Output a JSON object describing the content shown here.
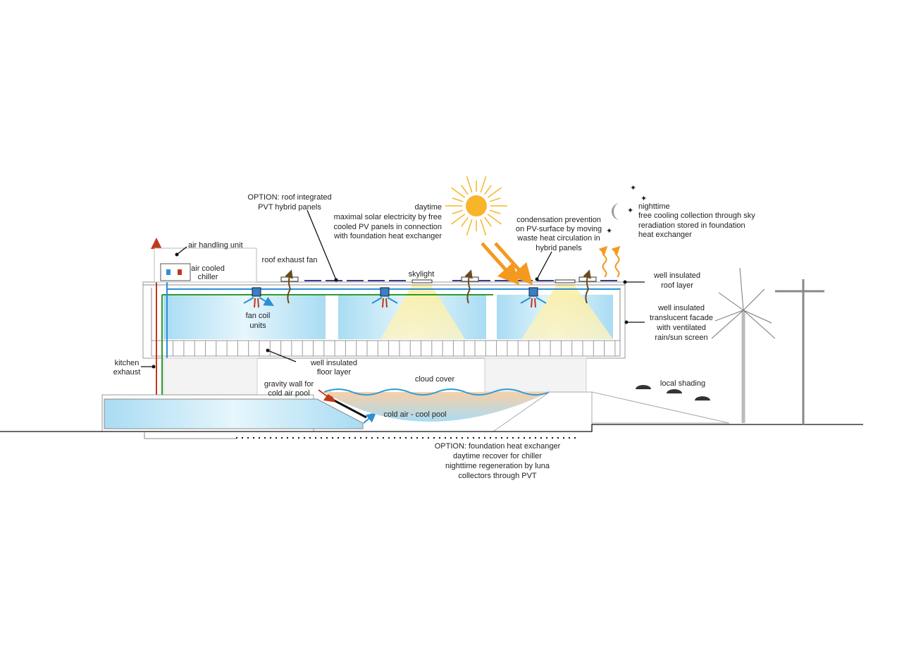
{
  "labels": {
    "pvt": [
      "OPTION: roof integrated",
      "PVT hybrid panels"
    ],
    "daytime": [
      "daytime",
      "maximal solar electricity by free",
      "cooled PV panels in connection",
      "with foundation heat exchanger"
    ],
    "condensation": [
      "condensation prevention",
      "on PV-surface by moving",
      "waste heat circulation in",
      "hybrid panels"
    ],
    "nighttime": [
      "nighttime",
      "free cooling collection through sky",
      "reradiation stored in foundation",
      "heat exchanger"
    ],
    "ahu": "air handling unit",
    "chiller": [
      "air cooled",
      "chiller"
    ],
    "exhaust_fan": "roof exhaust fan",
    "skylight": "skylight",
    "roof_layer": [
      "well insulated",
      "roof layer"
    ],
    "facade": [
      "well insulated",
      "translucent facade",
      "with ventilated",
      "rain/sun screen"
    ],
    "fan_coil": [
      "fan coil",
      "units"
    ],
    "kitchen": [
      "kitchen",
      "exhaust"
    ],
    "floor_layer": [
      "well insulated",
      "floor layer"
    ],
    "gravity_wall": [
      "gravity wall for",
      "cold air pool"
    ],
    "cloud_cover": "cloud cover",
    "cool_pool": "cold air - cool pool",
    "local_shading": "local shading",
    "foundation": [
      "OPTION: foundation heat exchanger",
      "daytime recover for chiller",
      "nighttime regeneration by luna",
      "collectors through PVT"
    ]
  },
  "colors": {
    "sun": "#f7b52c",
    "heat_arrow": "#f39a1e",
    "supply_pipe": "#2a8fd6",
    "return_pipe": "#2e9b2e",
    "exhaust_pipe": "#c0391b",
    "room": "#bfe6f6",
    "skylight_cone": "#fbf0b0",
    "pv_panel": "#3b3a8f"
  }
}
